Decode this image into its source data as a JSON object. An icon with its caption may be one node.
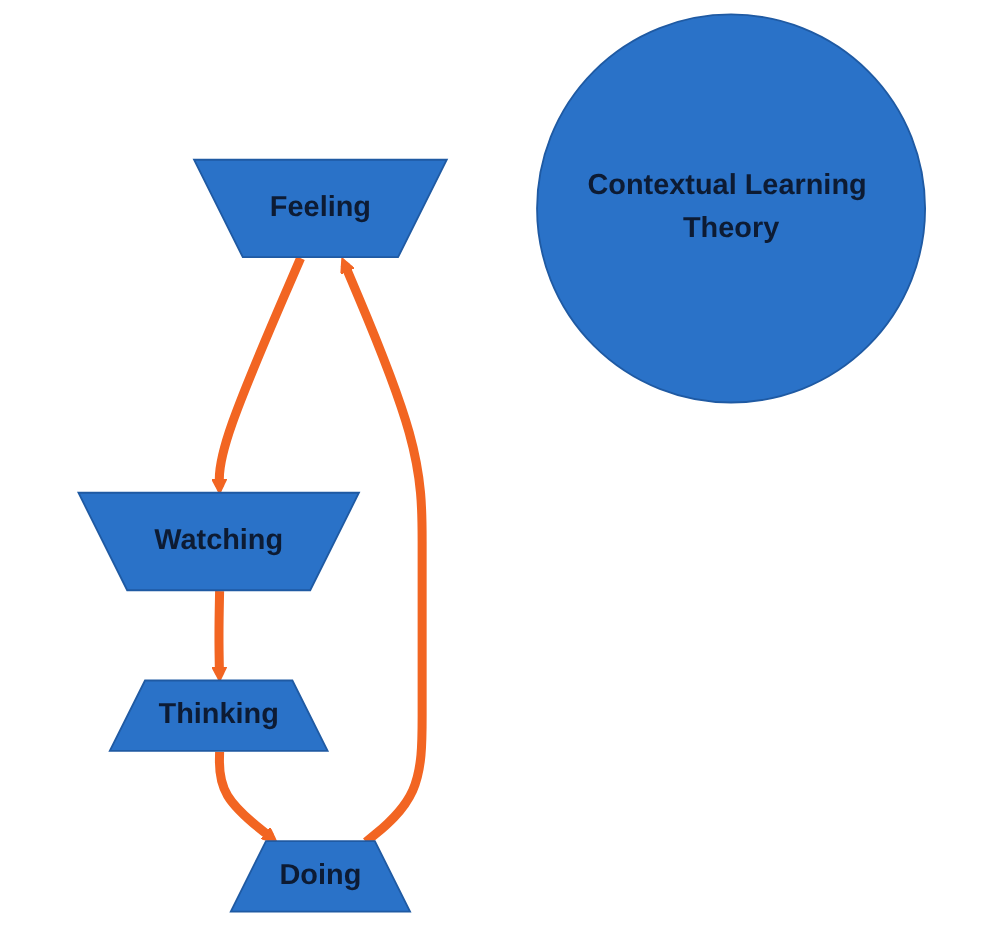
{
  "diagram": {
    "nodes": [
      {
        "text": [
          "Feeling"
        ]
      },
      {
        "text": [
          "Doing"
        ]
      },
      {
        "text": [
          "Contextual Learning Theory"
        ]
      },
      {
        "text": [
          "Watching"
        ]
      },
      {
        "text": [
          "Thinking"
        ]
      }
    ],
    "edges": [
      {
        "from": 1,
        "to": 0,
        "arrow": "to"
      },
      {
        "from": 0,
        "to": 3,
        "arrow": "to"
      },
      {
        "from": 3,
        "to": 4,
        "arrow": "to"
      },
      {
        "from": 4,
        "to": 1,
        "arrow": "to"
      }
    ]
  }
}
